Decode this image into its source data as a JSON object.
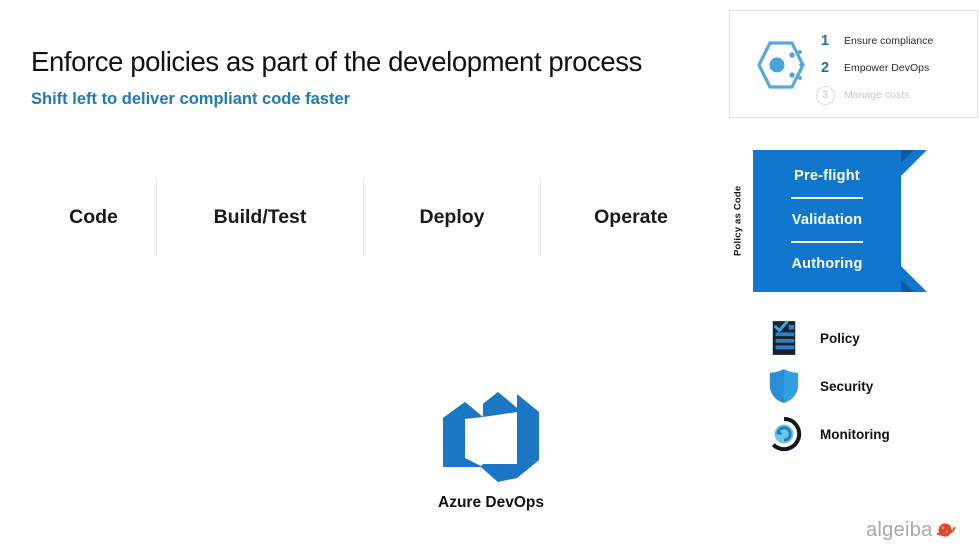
{
  "header": {
    "title": "Enforce policies as part of the development process",
    "subtitle": "Shift left to deliver compliant code faster",
    "title_color": "#111111",
    "subtitle_color": "#2279b5"
  },
  "goals_card": {
    "icon": "hexagon-policy-icon",
    "items": [
      {
        "number": "1",
        "label": "Ensure compliance",
        "state": "active"
      },
      {
        "number": "2",
        "label": "Empower DevOps",
        "state": "active"
      },
      {
        "number": "3",
        "label": "Manage costs",
        "state": "disabled"
      }
    ]
  },
  "pipeline": {
    "stages": [
      {
        "label": "Code"
      },
      {
        "label": "Build/Test"
      },
      {
        "label": "Deploy"
      },
      {
        "label": "Operate"
      }
    ]
  },
  "policy_as_code": {
    "axis_label": "Policy as Code",
    "accent_color": "#1076ce",
    "fold_color": "#0d5c9f",
    "items": [
      {
        "label": "Pre-flight"
      },
      {
        "label": "Validation"
      },
      {
        "label": "Authoring"
      }
    ]
  },
  "features": [
    {
      "icon": "clipboard-checklist-icon",
      "label": "Policy"
    },
    {
      "icon": "shield-icon",
      "label": "Security"
    },
    {
      "icon": "monitoring-refresh-icon",
      "label": "Monitoring"
    }
  ],
  "azure_devops": {
    "icon": "azure-devops-logo-icon",
    "label": "Azure DevOps",
    "color": "#1b76c4"
  },
  "brand": {
    "wordmark": "algeiba",
    "mark": "planet-mark-icon",
    "wordmark_color": "#a8a8a8",
    "mark_color": "#e2472b"
  }
}
